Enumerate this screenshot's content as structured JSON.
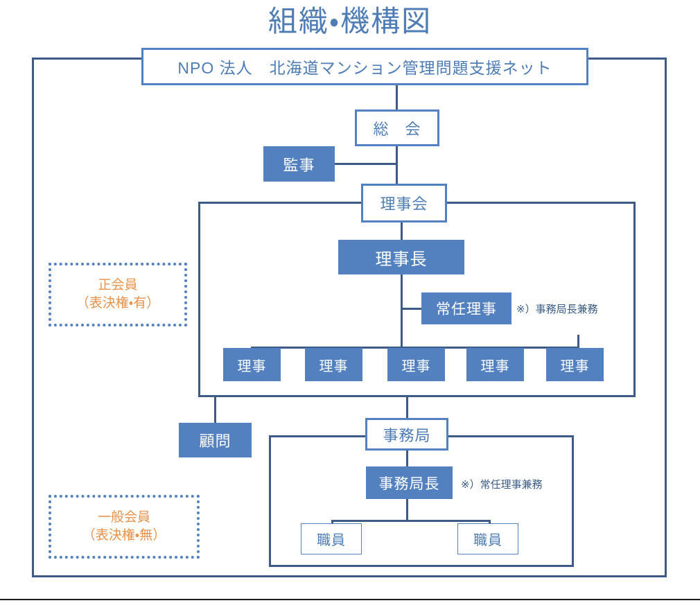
{
  "page": {
    "title": "組織・機構図",
    "accent_blue": "#5380BE",
    "frame_blue": "#3C5C87",
    "title_blue": "#4E7CB5",
    "legend_orange": "#E8924A",
    "background": "#ffffff"
  },
  "org": {
    "name_banner": "NPO 法人　北海道マンション管理問題支援ネット",
    "nodes": {
      "general_meeting": "総　会",
      "auditor": "監事",
      "board_of_directors": "理事会",
      "chairman": "理事長",
      "standing_director": "常任理事",
      "directors": [
        "理事",
        "理事",
        "理事",
        "理事",
        "理事"
      ],
      "advisor": "顧問",
      "secretariat": "事務局",
      "secretary_general": "事務局長",
      "staff": [
        "職員",
        "職員"
      ]
    },
    "notes": {
      "standing_director_note": "※）事務局長兼務",
      "secretary_general_note": "※）常任理事兼務"
    }
  },
  "legend": {
    "regular_member": {
      "line1": "正会員",
      "line2": "（表決権・有）"
    },
    "general_member": {
      "line1": "一般会員",
      "line2": "（表決権・無）"
    }
  }
}
